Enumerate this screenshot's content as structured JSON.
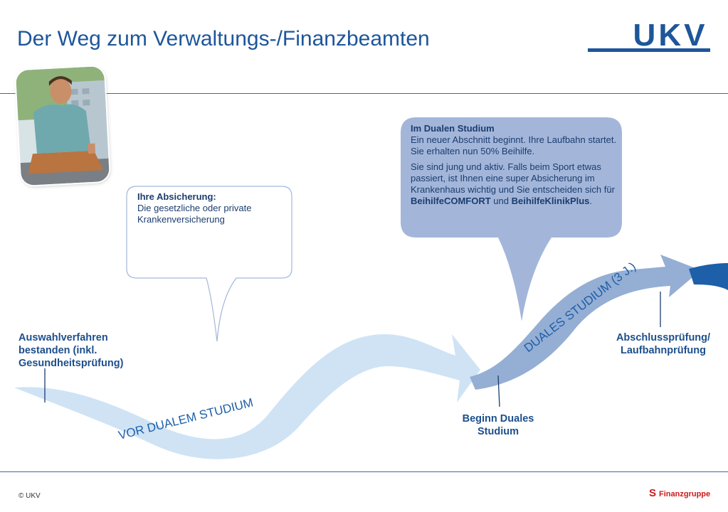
{
  "header": {
    "title": "Der Weg zum Verwaltungs-/Finanzbeamten",
    "logo_text": "UKV"
  },
  "bubble_left": {
    "heading": "Ihre Absicherung:",
    "text": "Die gesetzliche oder private Krankenversicherung"
  },
  "bubble_right": {
    "heading": "Im Dualen Studium",
    "line1": "Ein neuer Abschnitt beginnt. Ihre Laufbahn startet. Sie erhalten nun 50% Beihilfe.",
    "line2_pre": "Sie sind jung und aktiv. Falls beim Sport etwas passiert, ist Ihnen eine super Absicherung im Krankenhaus wichtig und Sie entscheiden sich für ",
    "product1": "BeihilfeCOMFORT",
    "conj": " und ",
    "product2": "BeihilfeKlinikPlus",
    "end": "."
  },
  "path": {
    "phase1_label": "VOR DUALEM STUDIUM",
    "phase2_label": "DUALES STUDIUM (3 J.)"
  },
  "milestones": {
    "left": "Auswahlverfahren bestanden (inkl. Gesundheitsprüfung)",
    "middle": "Beginn Duales Studium",
    "right": "Abschlussprüfung/ Laufbahnprüfung"
  },
  "footer": {
    "copyright": "© UKV",
    "partner": "Finanzgruppe",
    "partner_symbol": "S"
  },
  "colors": {
    "brand_blue": "#1d569a",
    "arrow_light": "#cfe3f5",
    "arrow_mid": "#95aed4",
    "arrow_dark": "#1d5fa8",
    "bubble_fill": "#a3b6da",
    "sparkasse_red": "#cc1a1a"
  }
}
